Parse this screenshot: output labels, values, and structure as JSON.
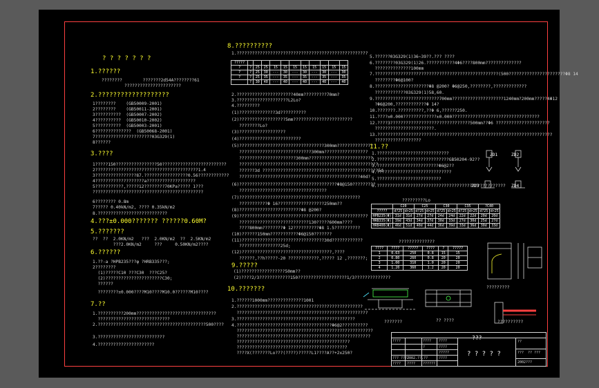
{
  "left": {
    "title": "? ? ? ? ? ? ?",
    "s1_head": "1.??????",
    "s1_l1": "????????        ???????2d54A????????61",
    "s1_l2": "??????????????????????",
    "s2_head": "2.???????????????????",
    "s2_items": [
      "1????????    (GB50009-2001)",
      "2????????    (GB50011-2001)",
      "3??????????  (GB50007-2002)",
      "4??????????  (GB50010-2002)",
      "5??????????  (GB50003-2001)",
      "6??????????????  (GB50068-2001)",
      "7??????????????????????03G329(1)",
      "8??????"
    ],
    "s3_head": "3.????",
    "s3_items": [
      "1?????150????????????????50?????????????????????????",
      "2????????????????????????????????????????1.4",
      "3????????????????87.?????????????????0.56????????????",
      "4???????????????????a???????????????????",
      "5???????????,?????12????????70KPa????? 1???",
      "???????????????????????????????????????????",
      "6???????? 0.8m",
      "7????? 0.40kN/m2, ???? 0.35kN/m2",
      "8.???????????????????????????"
    ],
    "s4_head": "4.???±0.000??????? ??????0.60M?",
    "s5_head": "5.???????",
    "s5_l1": "??  ??  2.0KN/m2   ???  2.0KN/m2  ??  2.5KN/m2",
    "s5_l2": "        ???2.0KN/m2     ???     0.50KN/m2????",
    "s6_head": "6.??????",
    "s6_items": [
      "1.??-a ?HPB235???φ ?HRB335???;",
      "2????????",
      "  (1)?????C10 ???C30  ???C25?",
      "  (2)??????????????????????C30;",
      "  ??????",
      "  ????????±0.000????M10????M10.0??????M10????"
    ],
    "s7_head": "7.??",
    "s7_items": [
      "1.??????????200mm???????????????????????????????",
      "  ????????????????????????????",
      "2.??????????????????????????????????????????500????",
      "",
      "3.??????????????????????????",
      "4.??????????????????????"
    ]
  },
  "middle": {
    "s8_head": "8.??????????",
    "s8_l1": "1.???????????????????????????????????????????????????",
    "table_head": [
      "?????",
      "",
      "",
      "",
      "",
      "",
      "",
      "",
      "",
      "",
      "",
      ""
    ],
    "table_rows": [
      [
        "?",
        "?",
        "25",
        "25",
        "15",
        "15",
        "15",
        "15",
        "15",
        "15",
        "15",
        "15"
      ],
      [
        "?",
        "?",
        "25",
        "30",
        "---",
        "30",
        "---",
        "30",
        "---",
        "30",
        "---",
        "30"
      ],
      [
        "?",
        "?",
        "25",
        "35",
        "---",
        "35",
        "---",
        "35",
        "---",
        "35",
        "---",
        "35"
      ],
      [
        "",
        "?",
        "30",
        "40",
        "---",
        "40",
        "---",
        "40",
        "---",
        "40",
        "---",
        "40"
      ]
    ],
    "s8_items": [
      "2.??????????????????????40mm?????????70mm?",
      "3.????????????????????L2Lo?",
      "4.?????????",
      "(1)??????????????3d??????????",
      "(2)??????????????????5mm???????????????????????",
      "   ????????Lo?",
      "(3)??????????????????",
      "(4)????????????????????????",
      "(5)?????????????????????????????????300mm??????????????",
      "   ????????????????????????????300mm?????????????????",
      "   ??????????????????????300mm?????????????????????????",
      "   ??????????????????????????????????????????????????????",
      "   ??????3d ?????????????????????????????????????????????5d",
      "   ???????????????????????????????????????????????40d?",
      "(6)??????????????????????????????????????Φ8@150?????????",
      "   ??????????????????????????????????",
      "(7)???????????????????????????????????????????????",
      "   ???????????Φ 16??????????????????250mm??",
      "(8)????????????????????????Φ8 @200?",
      "(9)??????????????????????????????????????????????????",
      "   ???????????????????????????130?????600mm????",
      "   ????800mm????????Φ 12??????????Φ8 1.5??????????",
      "(10)??????150mm???????????Φ6@150???????",
      "(11)????????????????????????????????30d????????????",
      "   ????????????????25d;",
      "(12)???????????????????????????????????,????",
      "   ??????,??h?????-20 ????????????,????? 12 ,???????;"
    ],
    "s9_head": "9.?????",
    "s9_items": [
      "(1)?????????????????50mm??",
      "(2)????2/3????????????150???????????????????1/3??????????????"
    ],
    "s10_head": "10.???????",
    "s10_items": [
      "1.??????1000mm??????????????1001",
      "2.?????????????????????????????????????????????????",
      "  ???????????????????????????????????????????????????",
      "3.??????????????????????????????????????????????",
      "4.?????????????????????????????????????Φ6@2??????????",
      "  ?????????????????????????????????????????????????????",
      "  ????????????????????????????????????????????????????",
      "  ????????????????????????????????????????????",
      "  ???????????????????????????????????????????",
      "  ????X(???????Lo???(????)?????L1????A??+2x250?"
    ]
  },
  "right": {
    "items": [
      "5.??????03G329(1)36~39??.??? ????",
      "6.????????03G329(1)26.???????????4Φ6????800mm??????????????",
      "  ??????????????100mm",
      "7.????????????????????????????????????????????????(500??????????????????????Φ8 14",
      "  ????????Φ6@100?",
      "8.?????????????????????Φ8 @200? Φ6@250,????????,?????????????",
      "  ????????????03G329(1)58,60.",
      "9.?????????????????????????700mm????????????????????1240mm?200mm?????4Φ12",
      "  ?Φ6@200,????????????Φ 14?",
      "10.???????.??????????,??Φ 6,??????250.",
      "11.????±0.000?????????????±0.000??????????????????????????????????",
      "12.????3???????????????????????????????500mm??Φ6 ?????????????????????",
      "  ???????????????????????.",
      "13.????????????????????????????????????????????????????????????????????",
      "  ??????????????????"
    ],
    "s11_head": "11.??",
    "s11_items": [
      "1.????????????????????????????",
      "2.????????????????????????????GB50204-92??",
      "3.????????????????????????Φ6@2??",
      "4.?????????????????????????????",
      "5.?????????????????????????",
      "6.??????????????????????????????????????????????????"
    ],
    "lo_caption": "?????????Lo",
    "lo_table_head": [
      "",
      "C20",
      "C25",
      "C30",
      "C35",
      "?C40"
    ],
    "lo_table_sub": [
      "?????",
      "d?25",
      "d>25",
      "d?25",
      "d>25",
      "d?25",
      "d>25",
      "d?25",
      "d>25",
      "d?25",
      "d>25"
    ],
    "lo_table_rows": [
      [
        "HPB235(Φ)",
        "31d",
        "31d",
        "27d",
        "27d",
        "24d",
        "24d",
        "22d",
        "22d",
        "20d",
        "20d"
      ],
      [
        "HRB335(Φ)",
        "39d",
        "43d",
        "34d",
        "37d",
        "30d",
        "33d",
        "27d",
        "30d",
        "25d",
        "27d"
      ],
      [
        "HRB400(Φ)",
        "46d",
        "51d",
        "40d",
        "44d",
        "36d",
        "39d",
        "33d",
        "36d",
        "30d",
        "33d"
      ]
    ],
    "ang_caption": "??????????????",
    "ang_head": [
      "????",
      "????",
      "?????",
      "????",
      "?",
      "?????"
    ],
    "ang_rows": [
      [
        "1",
        "0.63",
        "250",
        "0.8",
        "15",
        "15"
      ],
      [
        "2",
        "0.80",
        "260",
        "0.8",
        "20",
        "20"
      ],
      [
        "3",
        "1.00",
        "310",
        "1.0",
        "20",
        "20"
      ],
      [
        "4",
        "1.20",
        "360",
        "1.2",
        "20",
        "20"
      ]
    ],
    "fig_captions": [
      "???????",
      "?? ????",
      "?????????",
      "??????????"
    ],
    "zd_labels": [
      "ZD1",
      "ZD2",
      "ZD3",
      "ZD4"
    ]
  },
  "titleblock": {
    "title": "???",
    "big": "? ? ? ? ?",
    "cells": [
      "????",
      "????",
      "????",
      "?",
      "????",
      "?????",
      "??? ????",
      "2002.??.??",
      "????",
      "????",
      "????",
      "??????",
      "??",
      "???"
    ],
    "sheetno": "?? ???",
    "date": "2002???"
  }
}
